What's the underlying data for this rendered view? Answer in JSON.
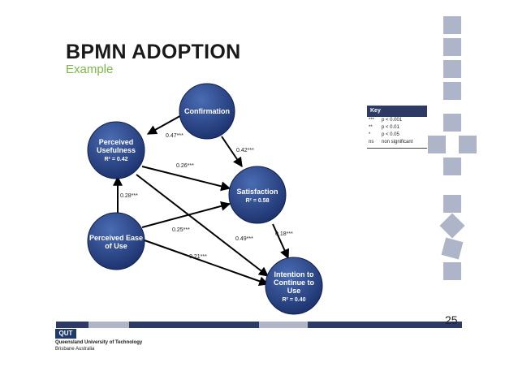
{
  "title": "BPMN ADOPTION",
  "subtitle": "Example",
  "nodes": {
    "confirmation": {
      "line1": "Confirmation"
    },
    "usefulness": {
      "line1": "Perceived",
      "line2": "Usefulness",
      "r2": "R² = 0.42"
    },
    "satisfaction": {
      "line1": "Satisfaction",
      "r2": "R² = 0.58"
    },
    "ease": {
      "line1": "Perceived Ease",
      "line2": "of Use"
    },
    "intention": {
      "line1": "Intention to",
      "line2": "Continue to",
      "line3": "Use",
      "r2": "R² = 0.40"
    }
  },
  "edges": {
    "conf_usef": "0.47***",
    "conf_sat": "0.42***",
    "usef_sat": "0.26***",
    "ease_usef": "0.28***",
    "ease_sat": "0.25***",
    "usef_int": "0.49***",
    "sat_int": "0.18***",
    "ease_int": "0.21***"
  },
  "key": {
    "title": "Key",
    "rows": [
      {
        "symbol": "***",
        "meaning": "p < 0.001"
      },
      {
        "symbol": "**",
        "meaning": "p < 0.01"
      },
      {
        "symbol": "*",
        "meaning": "p < 0.05"
      },
      {
        "symbol": "ns",
        "meaning": "non significant"
      }
    ]
  },
  "footer": {
    "logo": "QUT",
    "line1": "Queensland University of Technology",
    "line2": "Brisbane Australia",
    "page": "25"
  },
  "colors": {
    "node_fill": "#2d4a8a",
    "navy": "#2d3a63",
    "accent_green": "#7bb843"
  }
}
